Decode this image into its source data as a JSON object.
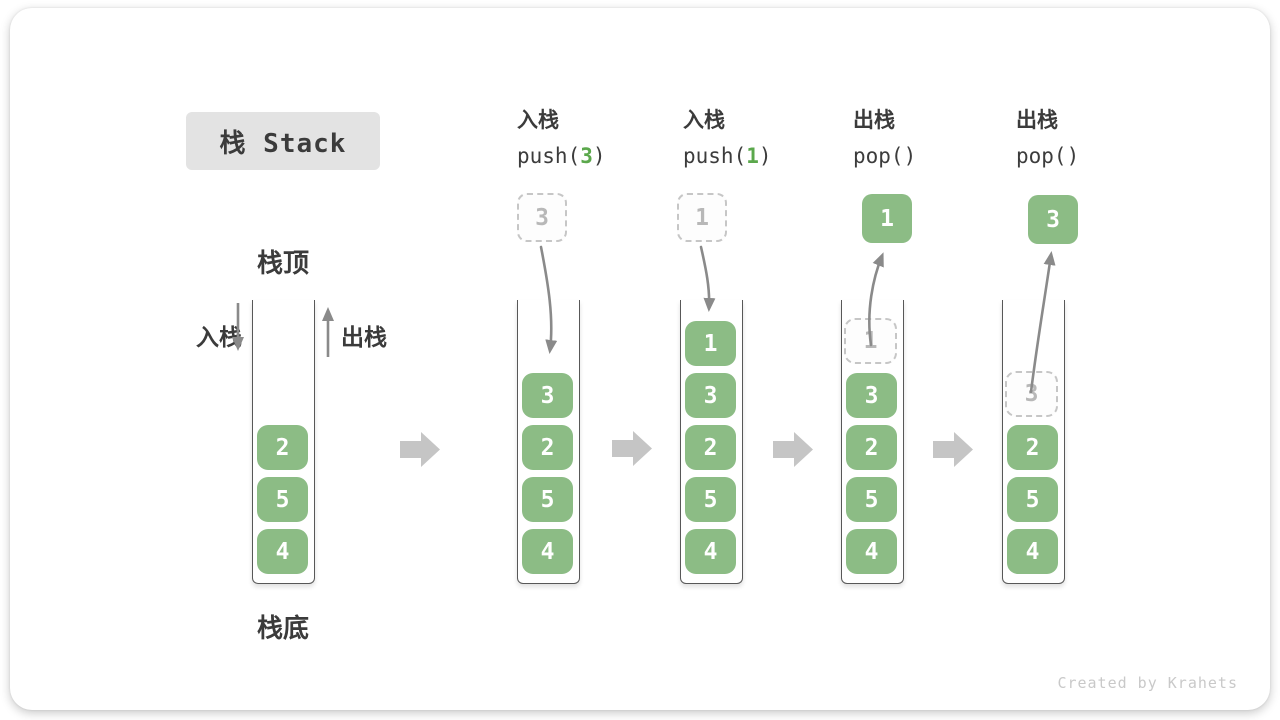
{
  "diagram_title": "栈 Stack",
  "labels": {
    "stack_top": "栈顶",
    "stack_bottom": "栈底",
    "push": "入栈",
    "pop": "出栈"
  },
  "watermark": "Created by Krahets",
  "colors": {
    "element_green": "#8cbc85",
    "code_arg_green": "#5ba84c",
    "ghost_gray": "#c6c6c6",
    "arrow_gray": "#8a8a8a",
    "block_arrow_gray": "#c5c5c5",
    "title_chip_bg": "#e3e3e3",
    "text_dark": "#3b3b3b"
  },
  "steps": [
    {
      "name": "initial",
      "stack": [
        "2",
        "5",
        "4"
      ]
    },
    {
      "name": "push-3",
      "op_label": "入栈",
      "code": {
        "fn": "push(",
        "arg": "3",
        "close": ")"
      },
      "floating_value": "3",
      "stack": [
        "3",
        "2",
        "5",
        "4"
      ]
    },
    {
      "name": "push-1",
      "op_label": "入栈",
      "code": {
        "fn": "push(",
        "arg": "1",
        "close": ")"
      },
      "floating_value": "1",
      "stack": [
        "1",
        "3",
        "2",
        "5",
        "4"
      ]
    },
    {
      "name": "pop-1",
      "op_label": "出栈",
      "code": {
        "fn": "pop(",
        "arg": "",
        "close": ")"
      },
      "floating_value": "1",
      "ghost_value": "1",
      "stack": [
        "3",
        "2",
        "5",
        "4"
      ]
    },
    {
      "name": "pop-3",
      "op_label": "出栈",
      "code": {
        "fn": "pop(",
        "arg": "",
        "close": ")"
      },
      "floating_value": "3",
      "ghost_value": "3",
      "stack": [
        "2",
        "5",
        "4"
      ]
    }
  ]
}
